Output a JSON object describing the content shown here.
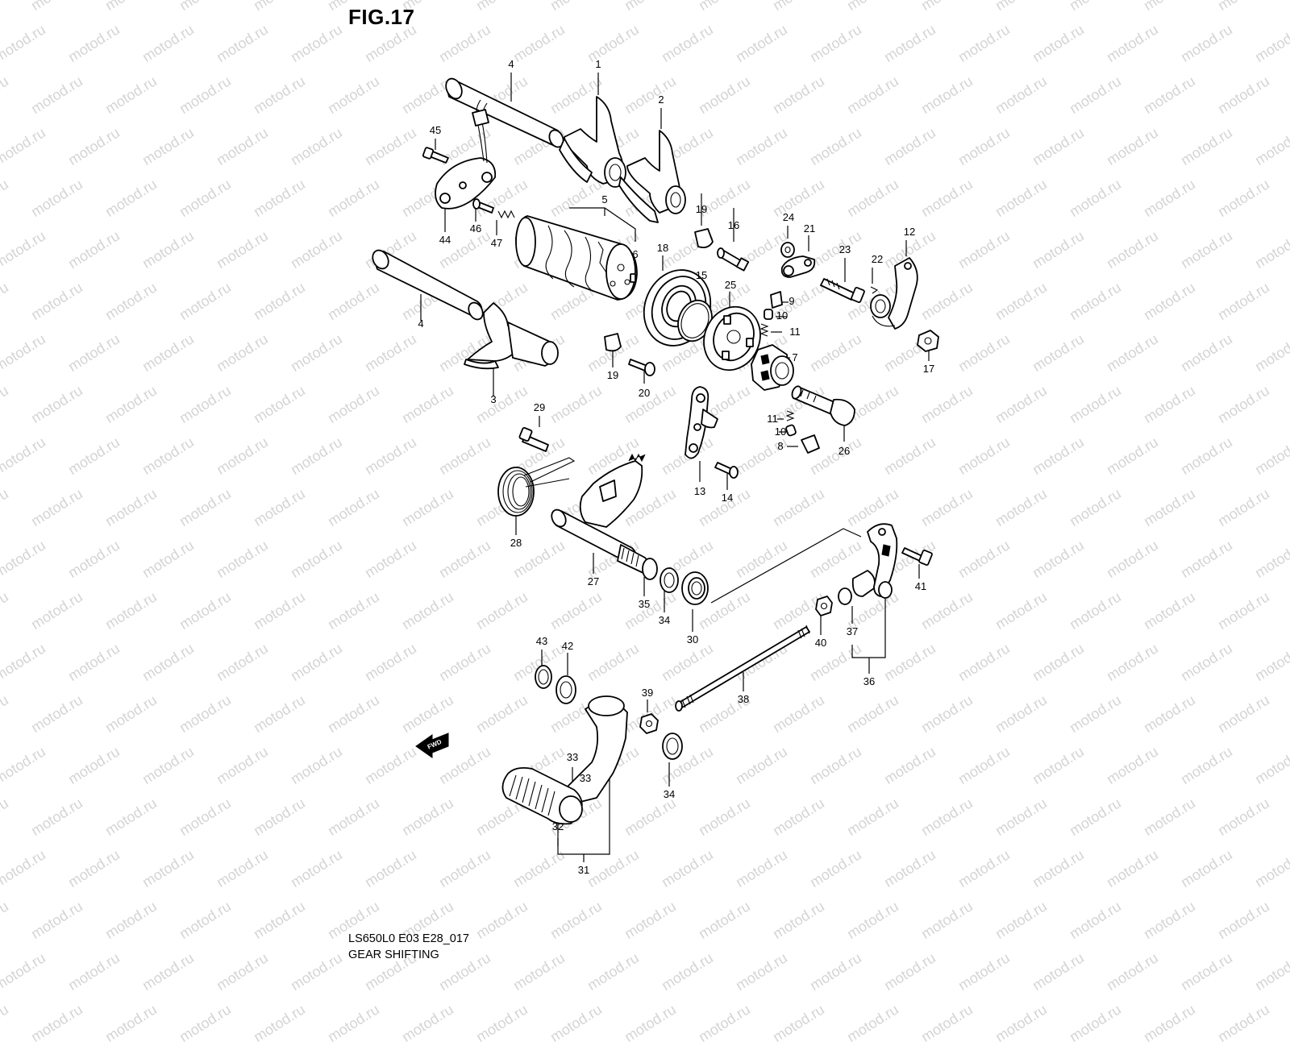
{
  "figure": {
    "title": "FIG.17",
    "code": "LS650L0 E03 E28_017",
    "name": "GEAR SHIFTING",
    "direction_badge": "FWD",
    "watermark": "motod.ru"
  },
  "part_labels": [
    "1",
    "2",
    "3",
    "4",
    "4",
    "5",
    "6",
    "7",
    "8",
    "9",
    "10",
    "10",
    "11",
    "11",
    "12",
    "13",
    "14",
    "15",
    "16",
    "17",
    "18",
    "19",
    "19",
    "20",
    "21",
    "22",
    "23",
    "24",
    "25",
    "26",
    "27",
    "28",
    "29",
    "30",
    "31",
    "32",
    "33",
    "33",
    "34",
    "34",
    "35",
    "36",
    "37",
    "38",
    "39",
    "40",
    "41",
    "42",
    "43",
    "44",
    "45",
    "46",
    "47"
  ],
  "colors": {
    "line": "#000000",
    "background": "#ffffff",
    "watermark": "#d4d4d4"
  }
}
